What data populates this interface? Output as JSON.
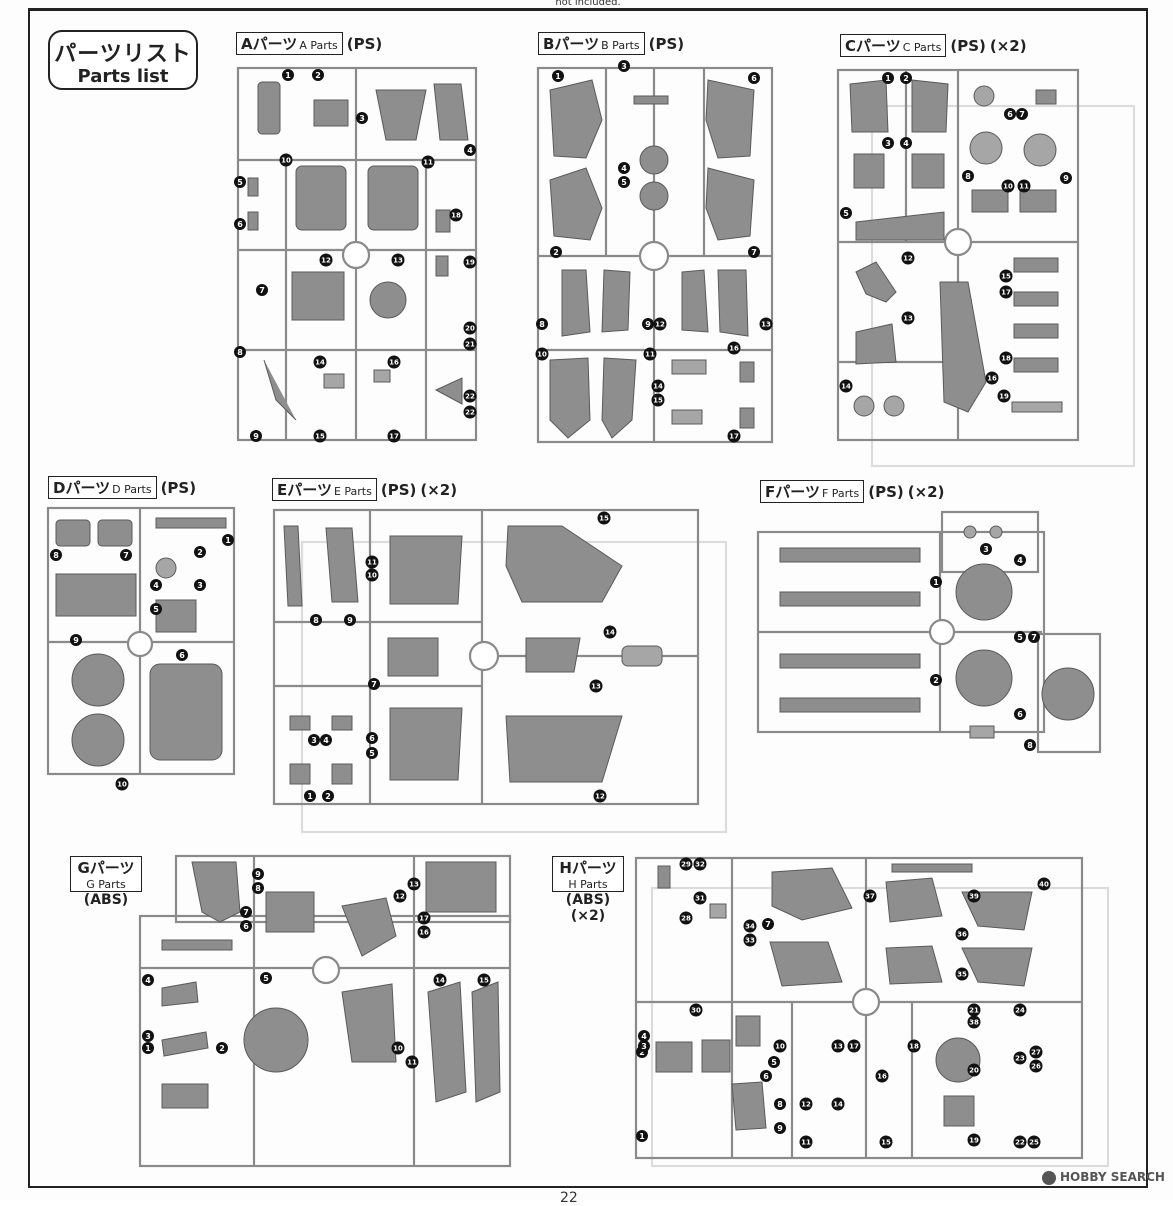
{
  "header": {
    "top_strip_text": "not included."
  },
  "title_badge": {
    "jp": "パーツリスト",
    "en": "Parts list"
  },
  "sections": {
    "A": {
      "jp": "Aパーツ",
      "en": "A Parts",
      "material": "(PS)",
      "multiplier": "",
      "numbers": [
        "1",
        "2",
        "3",
        "4",
        "5",
        "6",
        "7",
        "8",
        "9",
        "10",
        "11",
        "12",
        "13",
        "14",
        "15",
        "16",
        "17",
        "18",
        "19",
        "20",
        "21",
        "22",
        "22"
      ]
    },
    "B": {
      "jp": "Bパーツ",
      "en": "B Parts",
      "material": "(PS)",
      "multiplier": "",
      "numbers": [
        "1",
        "2",
        "3",
        "4",
        "5",
        "6",
        "7",
        "8",
        "9",
        "10",
        "11",
        "12",
        "13",
        "14",
        "15",
        "16",
        "17"
      ]
    },
    "C": {
      "jp": "Cパーツ",
      "en": "C Parts",
      "material": "(PS)",
      "multiplier": "(×2)",
      "numbers": [
        "1",
        "2",
        "3",
        "4",
        "5",
        "6",
        "7",
        "8",
        "9",
        "10",
        "11",
        "12",
        "13",
        "14",
        "15",
        "16",
        "17",
        "18",
        "19"
      ]
    },
    "D": {
      "jp": "Dパーツ",
      "en": "D Parts",
      "material": "(PS)",
      "multiplier": "",
      "numbers": [
        "1",
        "2",
        "3",
        "4",
        "5",
        "6",
        "7",
        "8",
        "9",
        "10"
      ]
    },
    "E": {
      "jp": "Eパーツ",
      "en": "E Parts",
      "material": "(PS)",
      "multiplier": "(×2)",
      "numbers": [
        "1",
        "2",
        "3",
        "4",
        "5",
        "6",
        "7",
        "8",
        "9",
        "10",
        "11",
        "12",
        "13",
        "14",
        "15"
      ]
    },
    "F": {
      "jp": "Fパーツ",
      "en": "F Parts",
      "material": "(PS)",
      "multiplier": "(×2)",
      "numbers": [
        "1",
        "2",
        "3",
        "4",
        "5",
        "6",
        "7",
        "8"
      ]
    },
    "G": {
      "jp": "Gパーツ",
      "en": "G Parts",
      "material": "(ABS)",
      "multiplier": "",
      "numbers": [
        "1",
        "2",
        "3",
        "4",
        "5",
        "6",
        "7",
        "8",
        "9",
        "10",
        "11",
        "12",
        "13",
        "14",
        "15",
        "16",
        "17"
      ]
    },
    "H": {
      "jp": "Hパーツ",
      "en": "H Parts",
      "material": "(ABS)",
      "multiplier": "(×2)",
      "numbers": [
        "1",
        "2",
        "3",
        "4",
        "5",
        "6",
        "7",
        "8",
        "9",
        "10",
        "11",
        "12",
        "13",
        "14",
        "15",
        "16",
        "17",
        "18",
        "19",
        "20",
        "21",
        "22",
        "23",
        "24",
        "25",
        "26",
        "27",
        "28",
        "29",
        "30",
        "31",
        "32",
        "33",
        "34",
        "35",
        "36",
        "37",
        "38",
        "39",
        "40"
      ]
    }
  },
  "footer": {
    "page_number": "22",
    "watermark": "HOBBY SEARCH"
  },
  "colors": {
    "runner": "#8a8a8a",
    "part": "#8e8e8e",
    "ink": "#222222"
  }
}
